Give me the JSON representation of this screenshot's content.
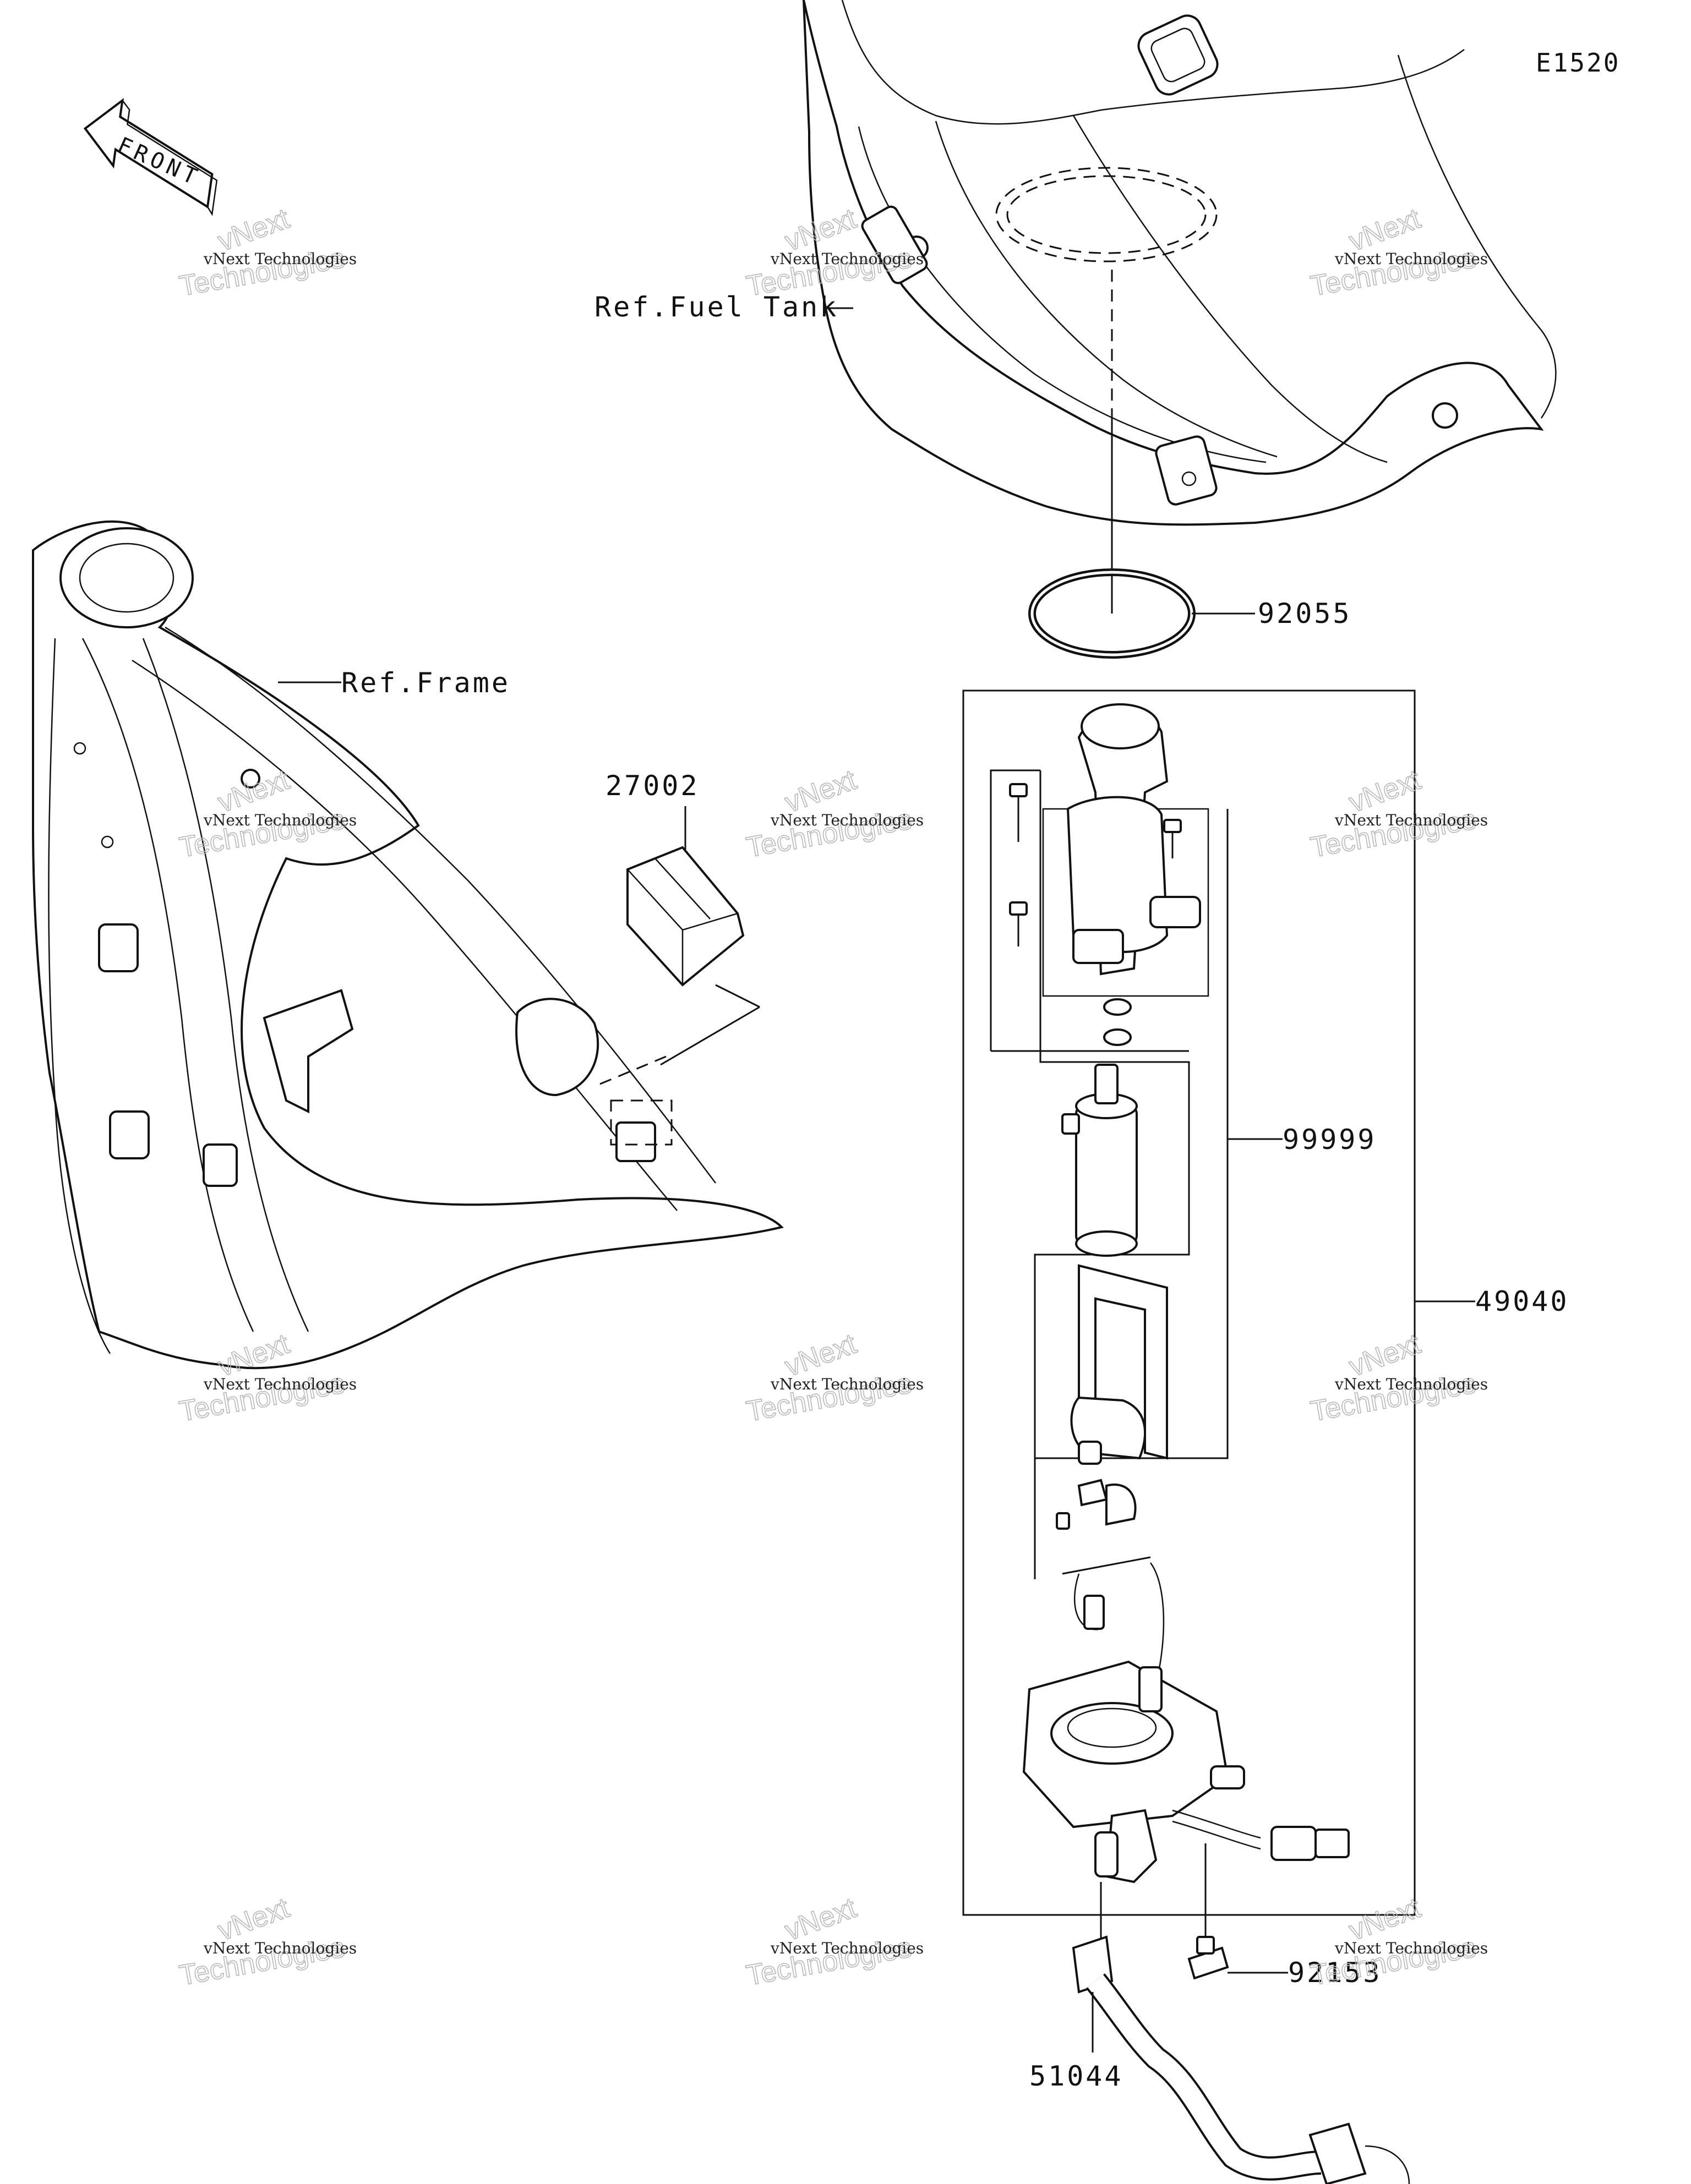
{
  "diagram_code": "E1520",
  "front_arrow_label": "FRONT",
  "references": {
    "fuel_tank": "Ref.Fuel Tank",
    "frame": "Ref.Frame"
  },
  "part_numbers": {
    "o_ring": "92055",
    "relay": "27002",
    "pump_subassembly": "99999",
    "pump_assembly": "49040",
    "bolt": "92153",
    "hose": "51044"
  },
  "watermark": {
    "line1": "vNext Technologies",
    "line2": "Technologies",
    "line3": "vNext"
  }
}
